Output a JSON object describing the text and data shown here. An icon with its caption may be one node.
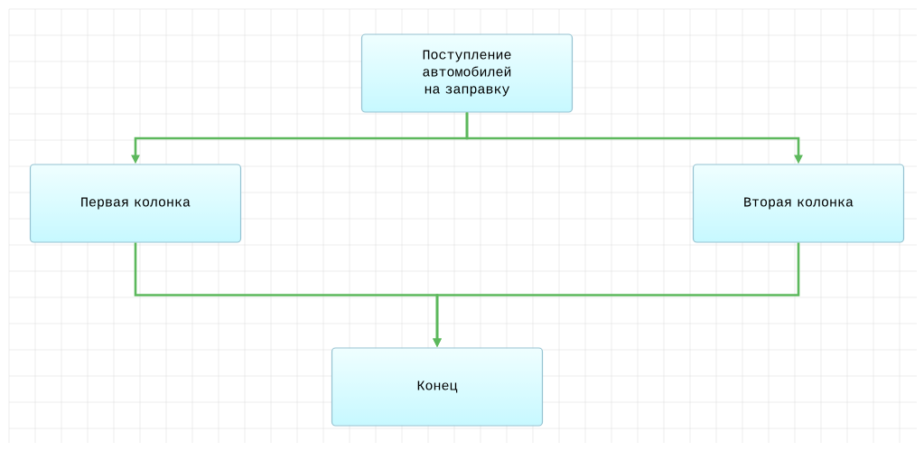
{
  "diagram": {
    "nodes": [
      {
        "text": [
          "Поступление автомобилей на заправку"
        ]
      },
      {
        "text": [
          "Первая колонка"
        ]
      },
      {
        "text": [
          "Вторая колонка"
        ]
      },
      {
        "text": [
          "Конец"
        ]
      }
    ],
    "edges": [
      {
        "from": 0,
        "to": 1,
        "arrow": "to"
      },
      {
        "from": 0,
        "to": 2,
        "arrow": "to"
      },
      {
        "from": 1,
        "to": 3,
        "arrow": "to"
      },
      {
        "from": 2,
        "to": 3,
        "arrow": "to"
      }
    ]
  }
}
